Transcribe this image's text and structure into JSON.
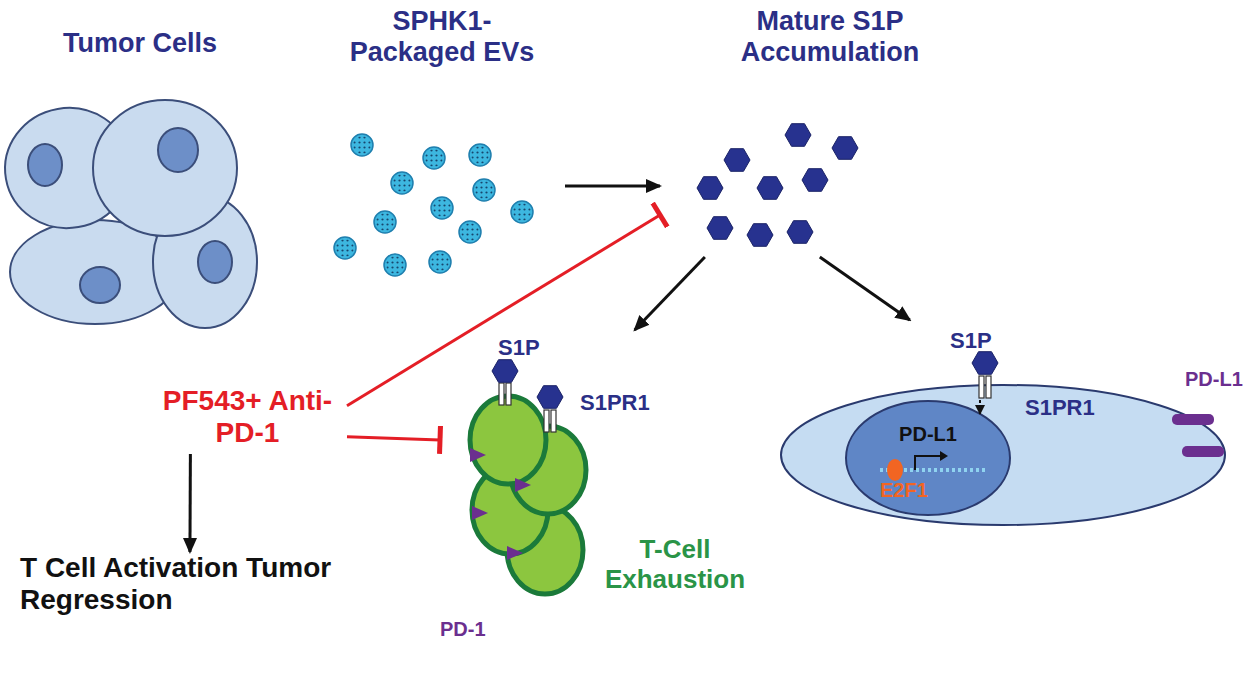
{
  "diagram": {
    "nodes": [
      {
        "text": [
          "Tumor Cells"
        ]
      },
      {
        "text": [
          "SPHK1- Packaged EVs"
        ]
      },
      {
        "text": [
          "Mature S1P Accumulation"
        ]
      },
      {
        "text": [
          "S1P",
          "S1PR1",
          "PD-1",
          "T-Cell Exhaustion"
        ]
      },
      {
        "text": [
          "S1P",
          "S1PR1",
          "PD-L1"
        ]
      },
      {
        "text": [
          "PD-L1",
          "E2F1"
        ],
        "in": 4
      },
      {
        "text": [
          "PF543+ Anti-PD-1"
        ]
      },
      {
        "text": [
          "T Cell Activation Tumor Regression"
        ]
      }
    ],
    "edges": [
      {
        "from": 1,
        "to": 2,
        "arrow": "to"
      },
      {
        "from": 2,
        "to": 3,
        "arrow": "to"
      },
      {
        "from": 2,
        "to": 4,
        "arrow": "to"
      },
      {
        "from": 4,
        "to": 5,
        "arrow": "to"
      },
      {
        "from": 6,
        "to": 2,
        "arrow": "to"
      },
      {
        "from": 6,
        "to": 3,
        "arrow": "to"
      },
      {
        "from": 6,
        "to": 7,
        "arrow": "to"
      }
    ]
  }
}
